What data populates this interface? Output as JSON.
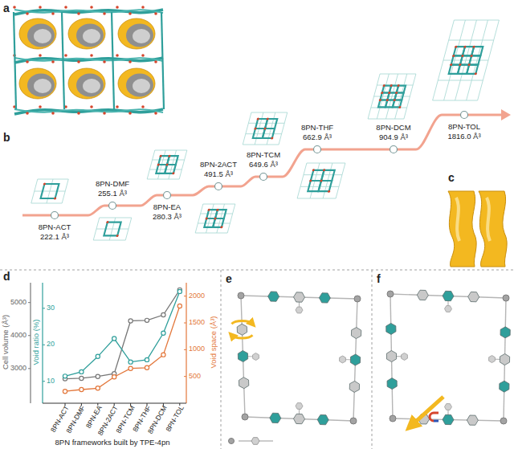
{
  "diagram": {
    "labels": [
      "a",
      "b",
      "8PN-ACT",
      "222.1 Å³",
      "8PN-DMF",
      "255.1 Å³",
      "8PN-EA",
      "280.3 Å³",
      "8PN-2ACT",
      "491.5 Å³",
      "8PN-TCM",
      "649.6 Å³",
      "8PN-THF",
      "662.9 Å³",
      "8PN-DCM",
      "904.9 Å³",
      "8PN-TOL",
      "1816.0 Å³",
      "c",
      "d",
      "Cell volume (Å³)",
      "Void ratio (%)",
      "Void space (Å³)",
      "3000",
      "4000",
      "5000",
      "10",
      "20",
      "30",
      "500",
      "1000",
      "1500",
      "2000",
      "8PN-ACT",
      "8PN-DMF",
      "8PN-EA",
      "8PN-2ACT",
      "8PN-TCM",
      "8PN-THF",
      "8PN-DCM",
      "8PN-TOL",
      "8PN frameworks built by TPE-4pn",
      "e",
      "f"
    ]
  }
}
